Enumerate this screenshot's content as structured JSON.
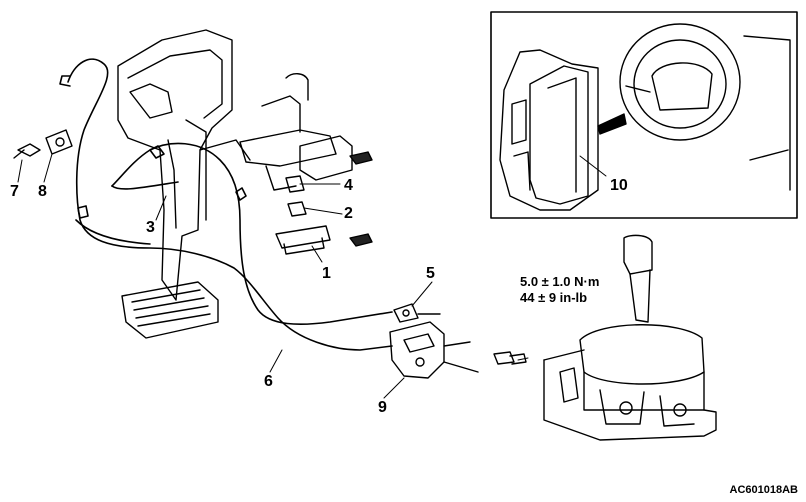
{
  "callouts": {
    "c1": "1",
    "c2": "2",
    "c3": "3",
    "c4": "4",
    "c5": "5",
    "c6": "6",
    "c7": "7",
    "c8": "8",
    "c9": "9",
    "c10": "10"
  },
  "torque_spec": {
    "metric": "5.0 ± 1.0 N·m",
    "imperial": "44 ± 9 in-lb"
  },
  "figure_id": "AC601018AB"
}
